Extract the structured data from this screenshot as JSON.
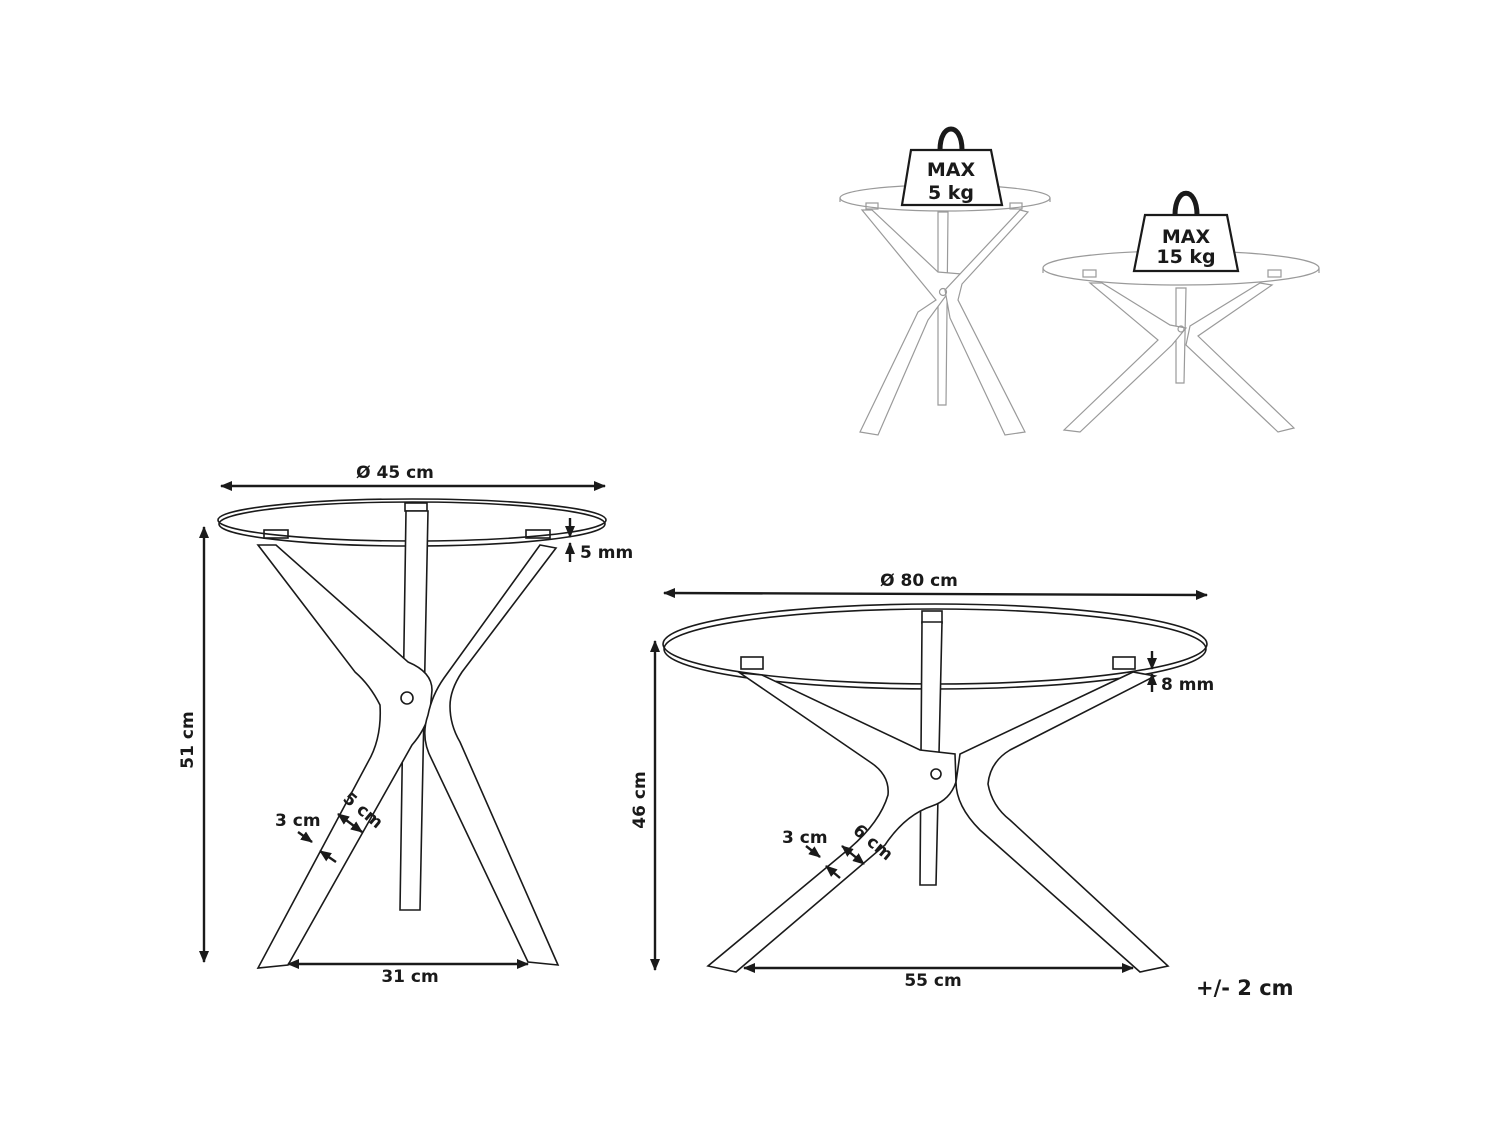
{
  "weights": {
    "small": {
      "line1": "MAX",
      "line2": "5 kg"
    },
    "large": {
      "line1": "MAX",
      "line2": "15 kg"
    }
  },
  "small_table": {
    "diameter": "Ø 45 cm",
    "height": "51 cm",
    "glass_thickness": "5 mm",
    "leg_width": "3 cm",
    "leg_depth": "5 cm",
    "foot_span": "31 cm"
  },
  "large_table": {
    "diameter": "Ø 80 cm",
    "height": "46 cm",
    "glass_thickness": "8 mm",
    "leg_width": "3 cm",
    "leg_depth": "6 cm",
    "foot_span": "55 cm"
  },
  "tolerance": "+/- 2 cm"
}
